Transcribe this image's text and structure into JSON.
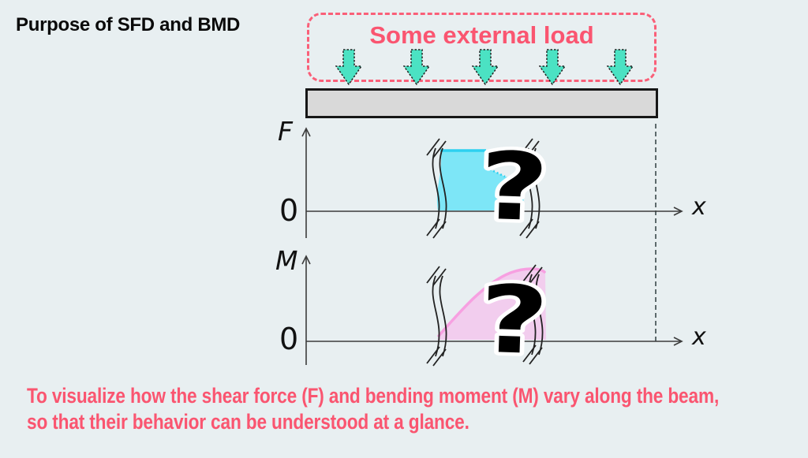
{
  "title": "Purpose of SFD and BMD",
  "colors": {
    "background": "#e8eff1",
    "accent_pink": "#fa5570",
    "arrow_teal": "#4be2c3",
    "beam_gray": "#d9d9d9",
    "sfd_fill": "#7de6f7",
    "sfd_edge": "#2dd0f0",
    "bmd_fill": "#f2cdee",
    "bmd_edge": "#f7a0e1"
  },
  "icons": {
    "load_arrow": "down-arrow",
    "break_mark": "axis-break-squiggle"
  },
  "load_box": {
    "label": "Some external load",
    "arrow_count": 5
  },
  "sfd_graph": {
    "y_axis_label": "F",
    "origin_label": "0",
    "x_axis_label": "x",
    "unknown_symbol": "?"
  },
  "bmd_graph": {
    "y_axis_label": "M",
    "origin_label": "0",
    "x_axis_label": "x",
    "unknown_symbol": "?"
  },
  "footer": {
    "line1": "To visualize how the shear force (F) and bending moment (M) vary along the beam,",
    "line2": "so that their behavior can be understood at a glance."
  }
}
